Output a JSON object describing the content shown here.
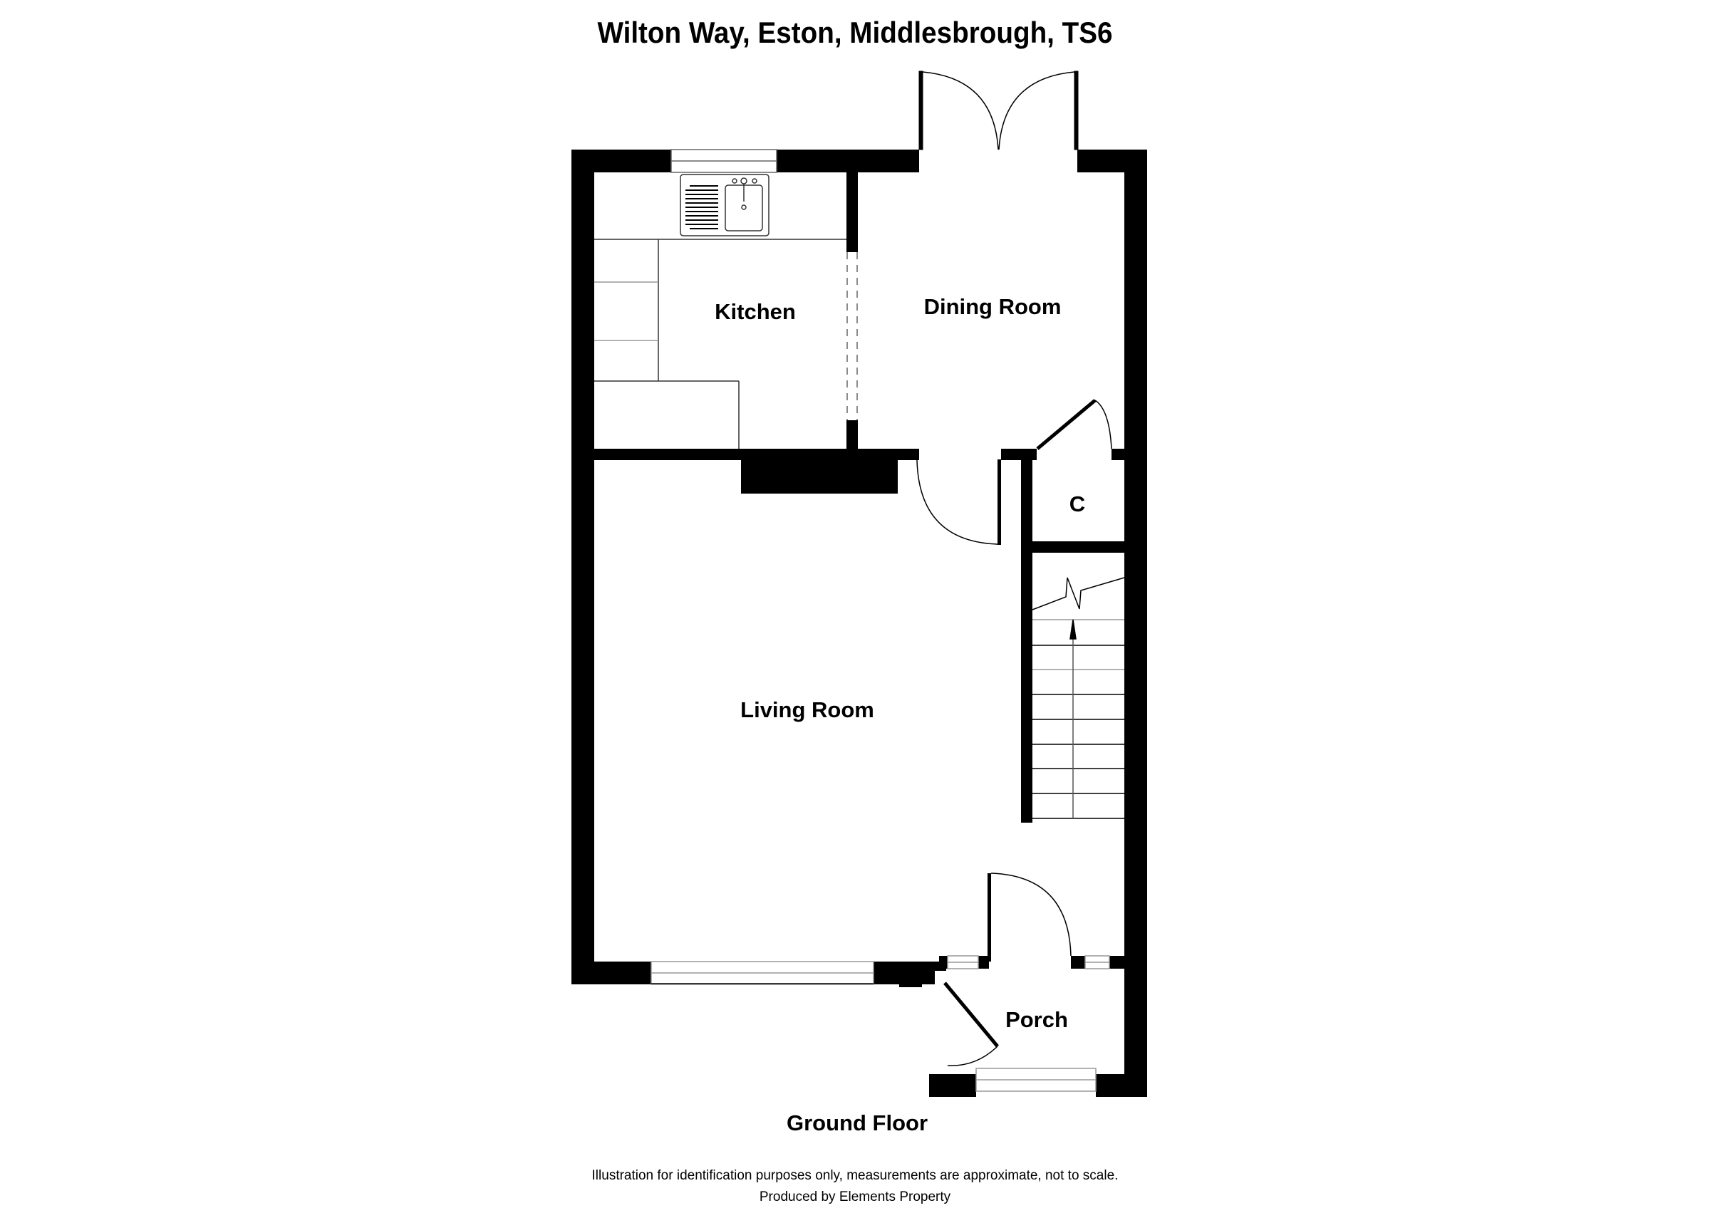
{
  "header": {
    "title": "Wilton Way, Eston, Middlesbrough, TS6"
  },
  "rooms": {
    "kitchen": "Kitchen",
    "dining_room": "Dining Room",
    "cupboard": "C",
    "living_room": "Living Room",
    "porch": "Porch"
  },
  "floor": {
    "label": "Ground Floor"
  },
  "footer": {
    "disclaimer": "Illustration for identification purposes only, measurements are approximate, not to scale.",
    "producer": "Produced by Elements Property"
  },
  "colors": {
    "wall": "#000000",
    "background": "#ffffff",
    "fixture_line": "#555555"
  }
}
